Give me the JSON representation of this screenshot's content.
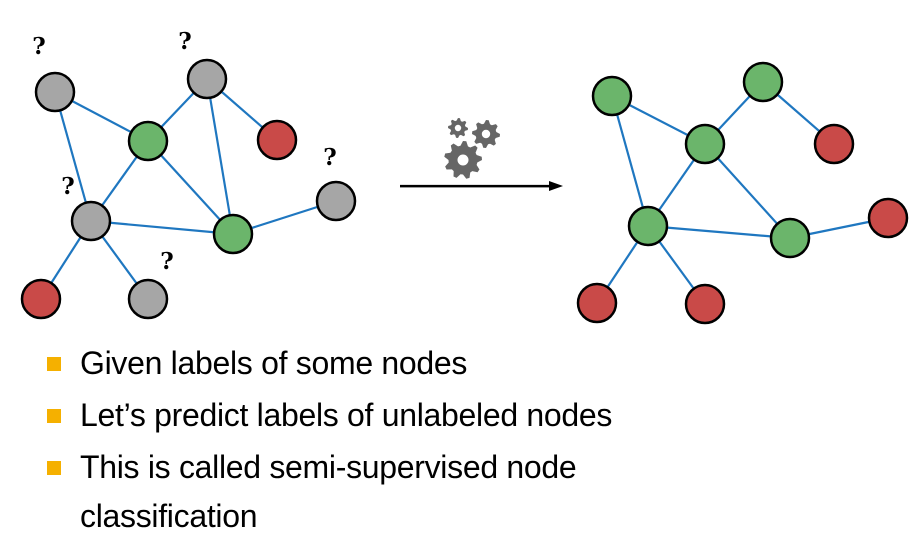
{
  "colors": {
    "labeled_green": "#6BB56B",
    "labeled_red": "#C94A48",
    "unlabeled_gray": "#A6A6A6",
    "edge": "#1F77C0",
    "node_stroke": "#000000",
    "gear": "#666666",
    "bullet": "#F5B000"
  },
  "left_graph": {
    "unknown_marker": "?",
    "nodes": [
      {
        "id": "a",
        "label": "unlabeled"
      },
      {
        "id": "b",
        "label": "unlabeled"
      },
      {
        "id": "c",
        "label": "green"
      },
      {
        "id": "d",
        "label": "red"
      },
      {
        "id": "e",
        "label": "unlabeled"
      },
      {
        "id": "f",
        "label": "unlabeled"
      },
      {
        "id": "g",
        "label": "green"
      },
      {
        "id": "h",
        "label": "red"
      },
      {
        "id": "i",
        "label": "unlabeled"
      }
    ],
    "edges": [
      [
        "a",
        "c"
      ],
      [
        "a",
        "f"
      ],
      [
        "b",
        "c"
      ],
      [
        "b",
        "d"
      ],
      [
        "b",
        "g"
      ],
      [
        "c",
        "f"
      ],
      [
        "c",
        "g"
      ],
      [
        "f",
        "g"
      ],
      [
        "g",
        "e"
      ],
      [
        "f",
        "h"
      ],
      [
        "f",
        "i"
      ]
    ]
  },
  "right_graph": {
    "nodes": [
      {
        "id": "a",
        "label": "green"
      },
      {
        "id": "b",
        "label": "green"
      },
      {
        "id": "c",
        "label": "green"
      },
      {
        "id": "d",
        "label": "red"
      },
      {
        "id": "e",
        "label": "red"
      },
      {
        "id": "f",
        "label": "green"
      },
      {
        "id": "g",
        "label": "green"
      },
      {
        "id": "h",
        "label": "red"
      },
      {
        "id": "i",
        "label": "red"
      }
    ],
    "edges": [
      [
        "a",
        "c"
      ],
      [
        "a",
        "f"
      ],
      [
        "b",
        "c"
      ],
      [
        "b",
        "d"
      ],
      [
        "c",
        "f"
      ],
      [
        "c",
        "g"
      ],
      [
        "f",
        "g"
      ],
      [
        "g",
        "e"
      ],
      [
        "f",
        "h"
      ],
      [
        "f",
        "i"
      ]
    ]
  },
  "transition": {
    "icon": "gears-icon",
    "arrow": "right-arrow"
  },
  "bullets": [
    {
      "text": "Given labels of some nodes"
    },
    {
      "text": "Let’s predict labels of unlabeled nodes"
    },
    {
      "text": "This is called semi-supervised node"
    },
    {
      "text": "classification",
      "continuation": true
    }
  ]
}
